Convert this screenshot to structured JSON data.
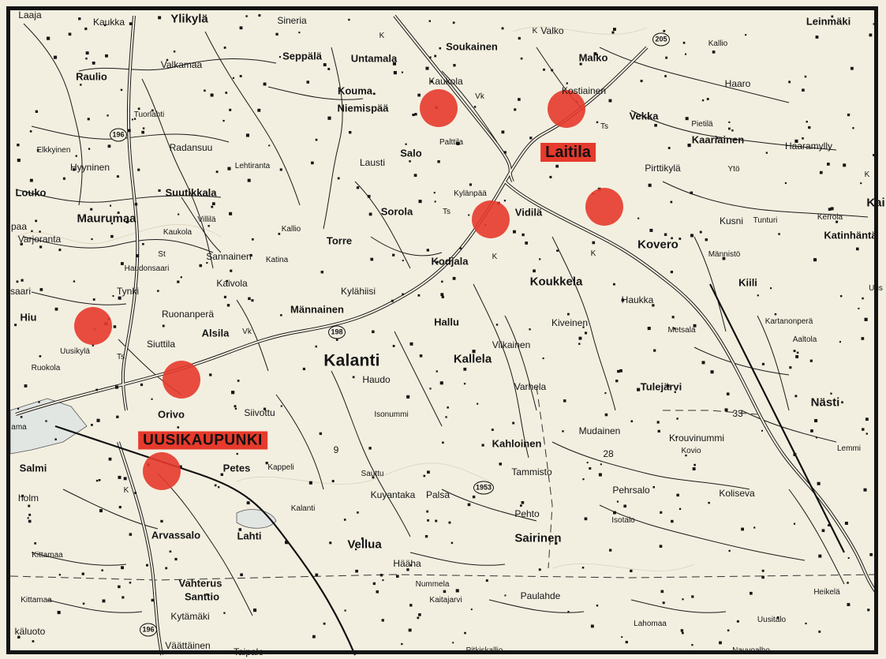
{
  "places": [
    {
      "id": "laaja",
      "name": "Laaja"
    },
    {
      "id": "kaukka",
      "name": "Kaukka"
    },
    {
      "id": "ylikyla",
      "name": "Ylikylä"
    },
    {
      "id": "sineria",
      "name": "Sineria"
    },
    {
      "id": "valkamaa",
      "name": "Valkamaa"
    },
    {
      "id": "seppala",
      "name": "Seppälä"
    },
    {
      "id": "untamala",
      "name": "Untamala"
    },
    {
      "id": "soukainen",
      "name": "Soukainen"
    },
    {
      "id": "valko",
      "name": "Valko"
    },
    {
      "id": "malko",
      "name": "Malko"
    },
    {
      "id": "kallio-ne",
      "name": "Kallio"
    },
    {
      "id": "leinmaki",
      "name": "Leinmäki"
    },
    {
      "id": "raulio",
      "name": "Raulio"
    },
    {
      "id": "kouma",
      "name": "Kouma"
    },
    {
      "id": "niemispaa",
      "name": "Niemispää"
    },
    {
      "id": "kaukola",
      "name": "Kaukola"
    },
    {
      "id": "kostiainen",
      "name": "Kostiainen"
    },
    {
      "id": "haaro",
      "name": "Haaro"
    },
    {
      "id": "tuorlahti",
      "name": "Tuorlahti"
    },
    {
      "id": "vekka",
      "name": "Vekka"
    },
    {
      "id": "pietila",
      "name": "Pietilä"
    },
    {
      "id": "kaariainen",
      "name": "Kaariainen"
    },
    {
      "id": "haaramylly",
      "name": "Haaramylly"
    },
    {
      "id": "palttila",
      "name": "Palttila"
    },
    {
      "id": "elkkyinen",
      "name": "Elkkyinen"
    },
    {
      "id": "radansuu",
      "name": "Radansuu"
    },
    {
      "id": "hyyninen",
      "name": "Hyyninen"
    },
    {
      "id": "lehtiranta",
      "name": "Lehtiranta"
    },
    {
      "id": "lausti",
      "name": "Lausti"
    },
    {
      "id": "salo",
      "name": "Salo"
    },
    {
      "id": "pirttikyla",
      "name": "Pirttikylä"
    },
    {
      "id": "yto",
      "name": "Ytö"
    },
    {
      "id": "louko",
      "name": "Louko"
    },
    {
      "id": "suutikkala",
      "name": "Suutikkala"
    },
    {
      "id": "kylanpaa",
      "name": "Kylänpää"
    },
    {
      "id": "sorola",
      "name": "Sorola"
    },
    {
      "id": "vidila",
      "name": "Vidilä"
    },
    {
      "id": "maurumaa",
      "name": "Maurumaa"
    },
    {
      "id": "villila",
      "name": "Villilä"
    },
    {
      "id": "kaukola-w",
      "name": "Kaukola"
    },
    {
      "id": "kallio-mid",
      "name": "Kallio"
    },
    {
      "id": "torre",
      "name": "Torre"
    },
    {
      "id": "kusni",
      "name": "Kusni"
    },
    {
      "id": "tunturi",
      "name": "Tunturi"
    },
    {
      "id": "kerrola",
      "name": "Kerrola"
    },
    {
      "id": "katinhanta",
      "name": "Katinhäntä"
    },
    {
      "id": "kai",
      "name": "Kai"
    },
    {
      "id": "paa",
      "name": "paa"
    },
    {
      "id": "varjoranta",
      "name": "Varjoranta"
    },
    {
      "id": "st",
      "name": "St"
    },
    {
      "id": "haudonsaari",
      "name": "Haudonsaari"
    },
    {
      "id": "sannainen",
      "name": "Sannainen"
    },
    {
      "id": "katina",
      "name": "Katina"
    },
    {
      "id": "kodjala",
      "name": "Kodjala"
    },
    {
      "id": "kovero",
      "name": "Kovero"
    },
    {
      "id": "mannisto",
      "name": "Männistö"
    },
    {
      "id": "saari",
      "name": "saari"
    },
    {
      "id": "kaivola",
      "name": "Kaivola"
    },
    {
      "id": "kylahiisi",
      "name": "Kylähiisi"
    },
    {
      "id": "koukkela",
      "name": "Koukkela"
    },
    {
      "id": "kiili",
      "name": "Kiili"
    },
    {
      "id": "uus",
      "name": "Uus"
    },
    {
      "id": "tynki",
      "name": "Tynki"
    },
    {
      "id": "mannainen",
      "name": "Männainen"
    },
    {
      "id": "haukka",
      "name": "Haukka"
    },
    {
      "id": "hiu",
      "name": "Hiu"
    },
    {
      "id": "ruonanpera",
      "name": "Ruonanperä"
    },
    {
      "id": "hallu",
      "name": "Hallu"
    },
    {
      "id": "kiveinen",
      "name": "Kiveinen"
    },
    {
      "id": "metsala",
      "name": "Metsala"
    },
    {
      "id": "kartanonpera",
      "name": "Kartanonperä"
    },
    {
      "id": "aaltola",
      "name": "Aaltola"
    },
    {
      "id": "alsila",
      "name": "Alsila"
    },
    {
      "id": "vk",
      "name": "Vk"
    },
    {
      "id": "uusikyla",
      "name": "Uusikylä"
    },
    {
      "id": "ts",
      "name": "Ts"
    },
    {
      "id": "siuttila",
      "name": "Siuttila"
    },
    {
      "id": "viikainen",
      "name": "Viikainen"
    },
    {
      "id": "kallela",
      "name": "Kallela"
    },
    {
      "id": "ruokola",
      "name": "Ruokola"
    },
    {
      "id": "kalanti",
      "name": "Kalanti"
    },
    {
      "id": "haudo",
      "name": "Haudo"
    },
    {
      "id": "varhela",
      "name": "Varhela"
    },
    {
      "id": "tulejarvi",
      "name": "Tulejärvi"
    },
    {
      "id": "nasti",
      "name": "Nästi"
    },
    {
      "id": "orivo",
      "name": "Orivo"
    },
    {
      "id": "siivottu",
      "name": "Siivottu"
    },
    {
      "id": "isonummi",
      "name": "Isonummi"
    },
    {
      "id": "mudainen",
      "name": "Mudainen"
    },
    {
      "id": "krouvinummi",
      "name": "Krouvinummi"
    },
    {
      "id": "ama",
      "name": "ama"
    },
    {
      "id": "kahloinen",
      "name": "Kahloinen"
    },
    {
      "id": "lemmi",
      "name": "Lemmi"
    },
    {
      "id": "salmi",
      "name": "Salmi"
    },
    {
      "id": "kovio",
      "name": "Kovio"
    },
    {
      "id": "petes",
      "name": "Petes"
    },
    {
      "id": "kappeli",
      "name": "Kappeli"
    },
    {
      "id": "sauttu",
      "name": "Sauttu"
    },
    {
      "id": "tammisto",
      "name": "Tammisto"
    },
    {
      "id": "pehrsalo",
      "name": "Pehrsalo"
    },
    {
      "id": "koliseva",
      "name": "Koliseva"
    },
    {
      "id": "holm",
      "name": "holm"
    },
    {
      "id": "kuyantaka",
      "name": "Kuyantaka"
    },
    {
      "id": "palsa",
      "name": "Palsa"
    },
    {
      "id": "isotalo",
      "name": "Isotalo"
    },
    {
      "id": "kalanti-s",
      "name": "Kalanti"
    },
    {
      "id": "pehto",
      "name": "Pehto"
    },
    {
      "id": "arvassalo",
      "name": "Arvassalo"
    },
    {
      "id": "lahti",
      "name": "Lahti"
    },
    {
      "id": "vellua",
      "name": "Vellua"
    },
    {
      "id": "sairinen",
      "name": "Sairinen"
    },
    {
      "id": "kittamaa",
      "name": "Kittamaa"
    },
    {
      "id": "haaha",
      "name": "Hääha"
    },
    {
      "id": "vahterus",
      "name": "Vahterus"
    },
    {
      "id": "nummela",
      "name": "Nummela"
    },
    {
      "id": "santtio",
      "name": "Santtio"
    },
    {
      "id": "kaitajarvi",
      "name": "Kaitajarvi"
    },
    {
      "id": "paulahde",
      "name": "Paulahde"
    },
    {
      "id": "heikela",
      "name": "Heikelä"
    },
    {
      "id": "kittamaa-2",
      "name": "Kittamaa"
    },
    {
      "id": "kytamaki",
      "name": "Kytämäki"
    },
    {
      "id": "lahomaa",
      "name": "Lahomaa"
    },
    {
      "id": "uusitalo",
      "name": "Uusitalo"
    },
    {
      "id": "kaluoto",
      "name": "käluoto"
    },
    {
      "id": "vaattainen",
      "name": "Väättäinen"
    },
    {
      "id": "taipale",
      "name": "Taipale"
    },
    {
      "id": "pitkiskallio",
      "name": "Pitkiskallio"
    },
    {
      "id": "nauvoalho",
      "name": "Nauvoalho"
    },
    {
      "id": "k1",
      "name": "K"
    },
    {
      "id": "k2",
      "name": "K"
    },
    {
      "id": "k3",
      "name": "K"
    },
    {
      "id": "k4",
      "name": "K"
    },
    {
      "id": "k5",
      "name": "K"
    },
    {
      "id": "k6",
      "name": "K"
    },
    {
      "id": "ts2",
      "name": "Ts"
    },
    {
      "id": "ts3",
      "name": "Ts"
    },
    {
      "id": "vk2",
      "name": "Vk"
    },
    {
      "id": "n9",
      "name": "9"
    },
    {
      "id": "n28",
      "name": "28"
    },
    {
      "id": "n33",
      "name": "33"
    }
  ],
  "highlighted_towns": [
    {
      "id": "laitila",
      "name": "Laitila"
    },
    {
      "id": "uusikaupunki",
      "name": "UUSIKAUPUNKI"
    }
  ],
  "road_numbers": [
    {
      "id": "r205",
      "value": "205"
    },
    {
      "id": "r196n",
      "value": "196"
    },
    {
      "id": "r198",
      "value": "198"
    },
    {
      "id": "r1953",
      "value": "1953"
    },
    {
      "id": "r196s",
      "value": "196"
    }
  ],
  "marker_color": "#e63a2c",
  "marker_count": 9
}
